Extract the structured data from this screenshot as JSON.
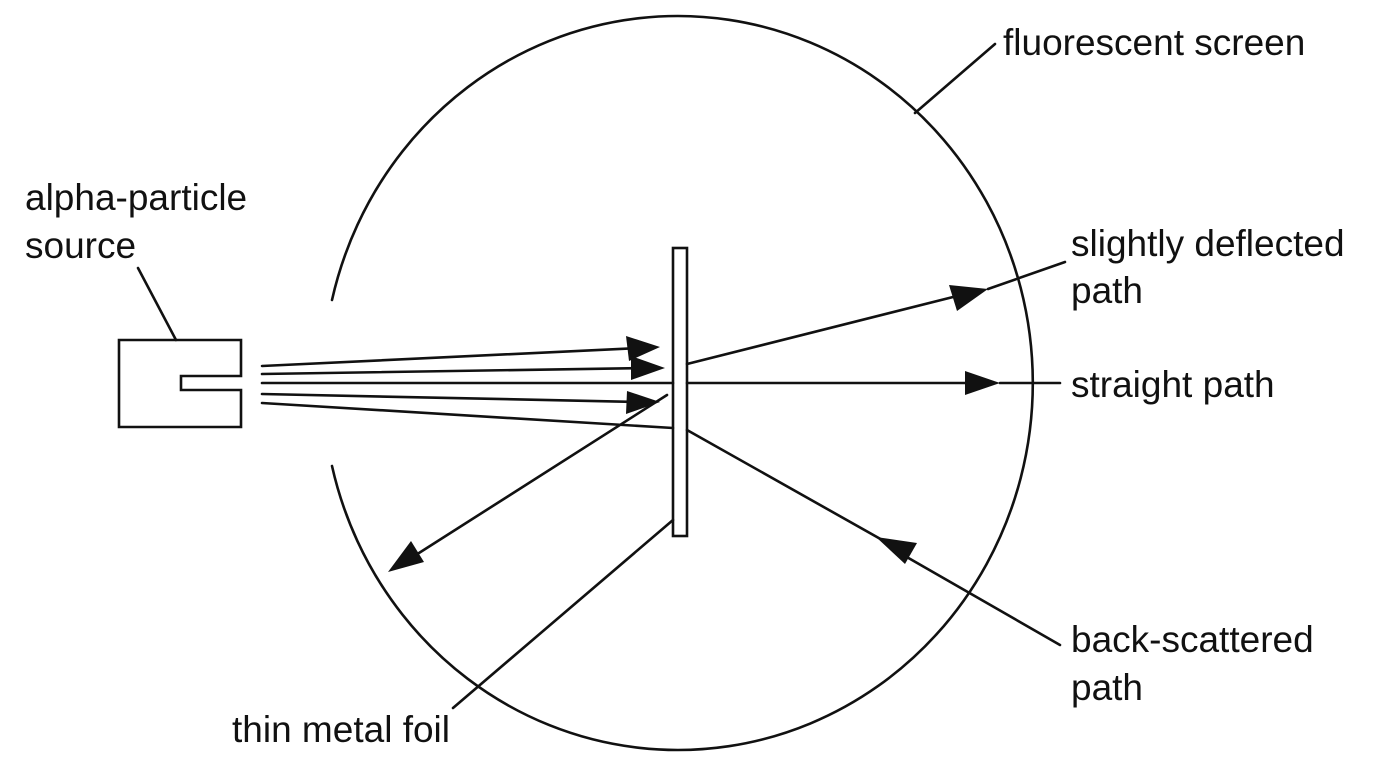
{
  "labels": {
    "screen": "fluorescent screen",
    "source_line1": "alpha-particle",
    "source_line2": "source",
    "deflected_line1": "slightly deflected",
    "deflected_line2": "path",
    "straight": "straight path",
    "back_line1": "back-scattered",
    "back_line2": "path",
    "foil": "thin metal foil"
  },
  "colors": {
    "ink": "#111111",
    "background": "#ffffff"
  }
}
